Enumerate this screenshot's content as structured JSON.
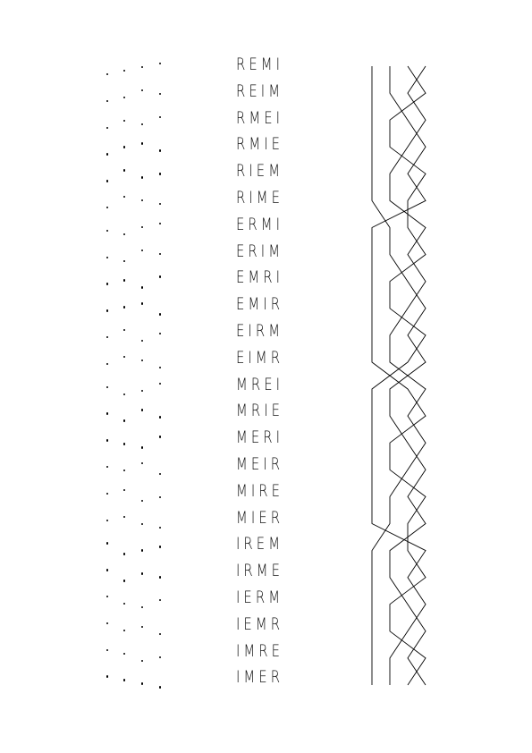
{
  "permutations": [
    "REMI",
    "REIM",
    "RMEI",
    "RMIE",
    "RIEM",
    "RIME",
    "ERMI",
    "ERIM",
    "EMRI",
    "EMIR",
    "EIRM",
    "EIMR",
    "MREI",
    "MRIE",
    "MERI",
    "MEIR",
    "MIRE",
    "MIER",
    "IREM",
    "IRME",
    "IERM",
    "IEMR",
    "IMRE",
    "IMER"
  ],
  "letter_order": [
    "R",
    "E",
    "M",
    "I"
  ],
  "colors": {
    "ink": "#000000",
    "background": "#ffffff"
  }
}
